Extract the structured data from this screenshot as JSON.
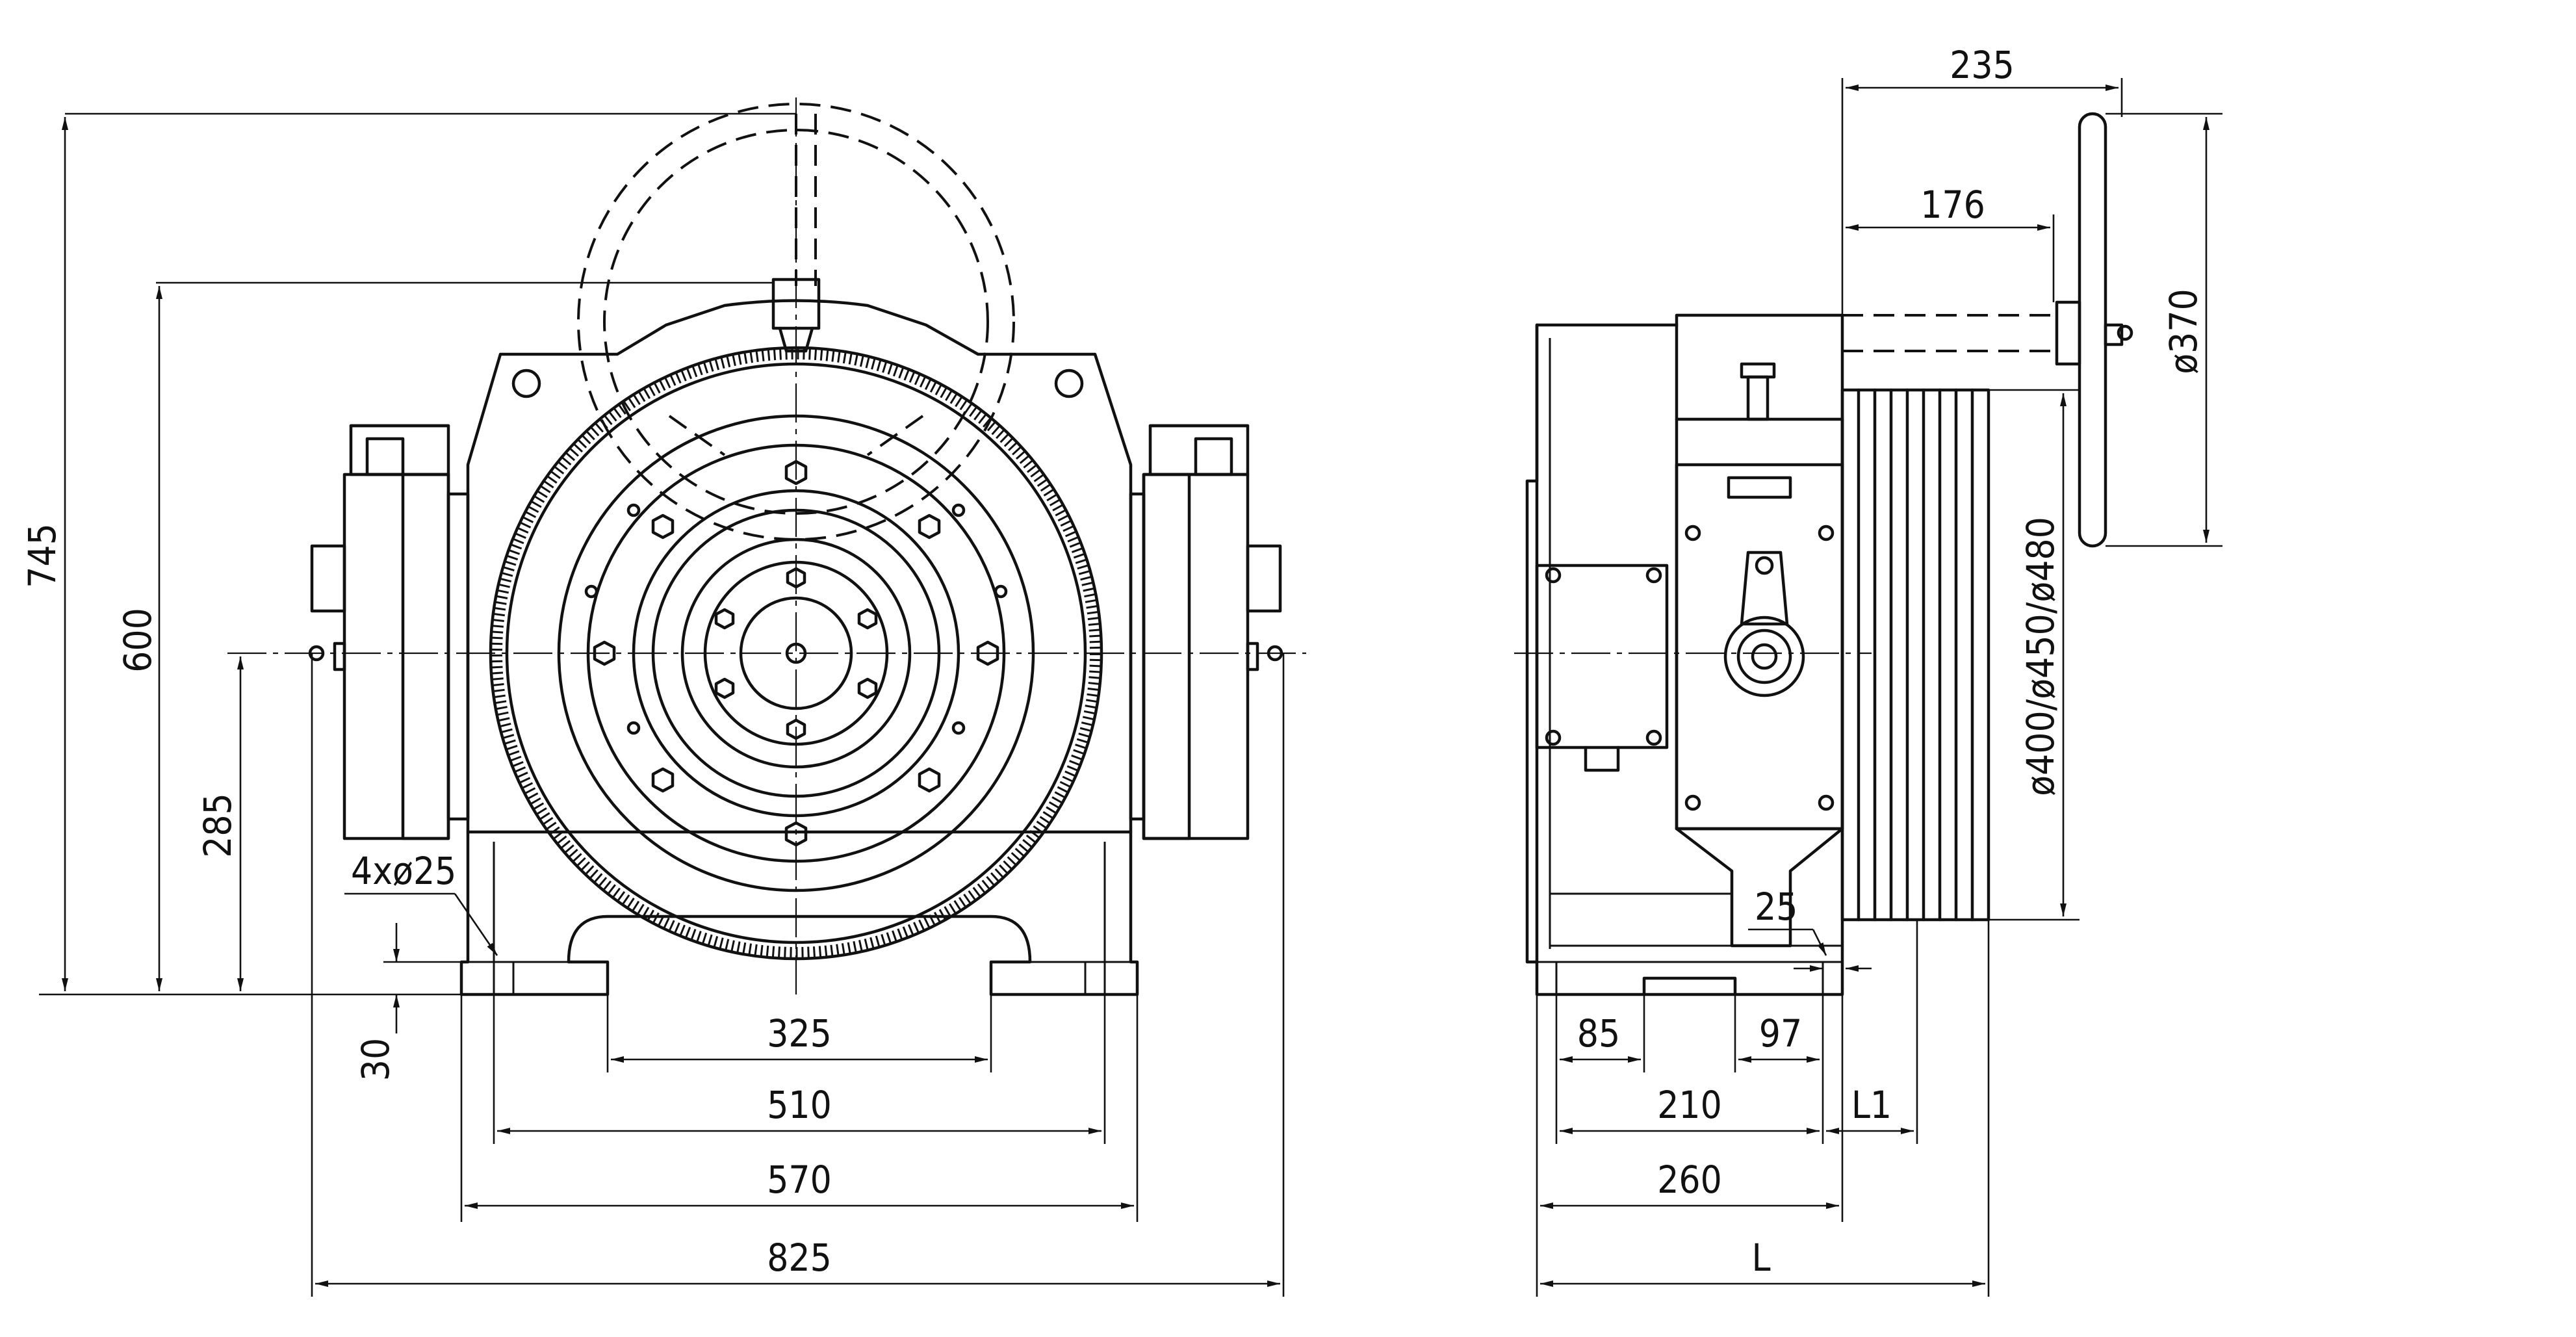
{
  "dimensions": {
    "front": {
      "height_total": "745",
      "height_hub": "600",
      "height_axis": "285",
      "base_thickness": "30",
      "holes": "4xø25",
      "width_325": "325",
      "width_510": "510",
      "width_570": "570",
      "width_825": "825"
    },
    "side": {
      "d235": "235",
      "d176": "176",
      "d370": "ø370",
      "sheave_diameters": "ø400/ø450/ø480",
      "d25": "25",
      "d85": "85",
      "d97": "97",
      "d210": "210",
      "L1": "L1",
      "d260": "260",
      "L": "L"
    }
  }
}
